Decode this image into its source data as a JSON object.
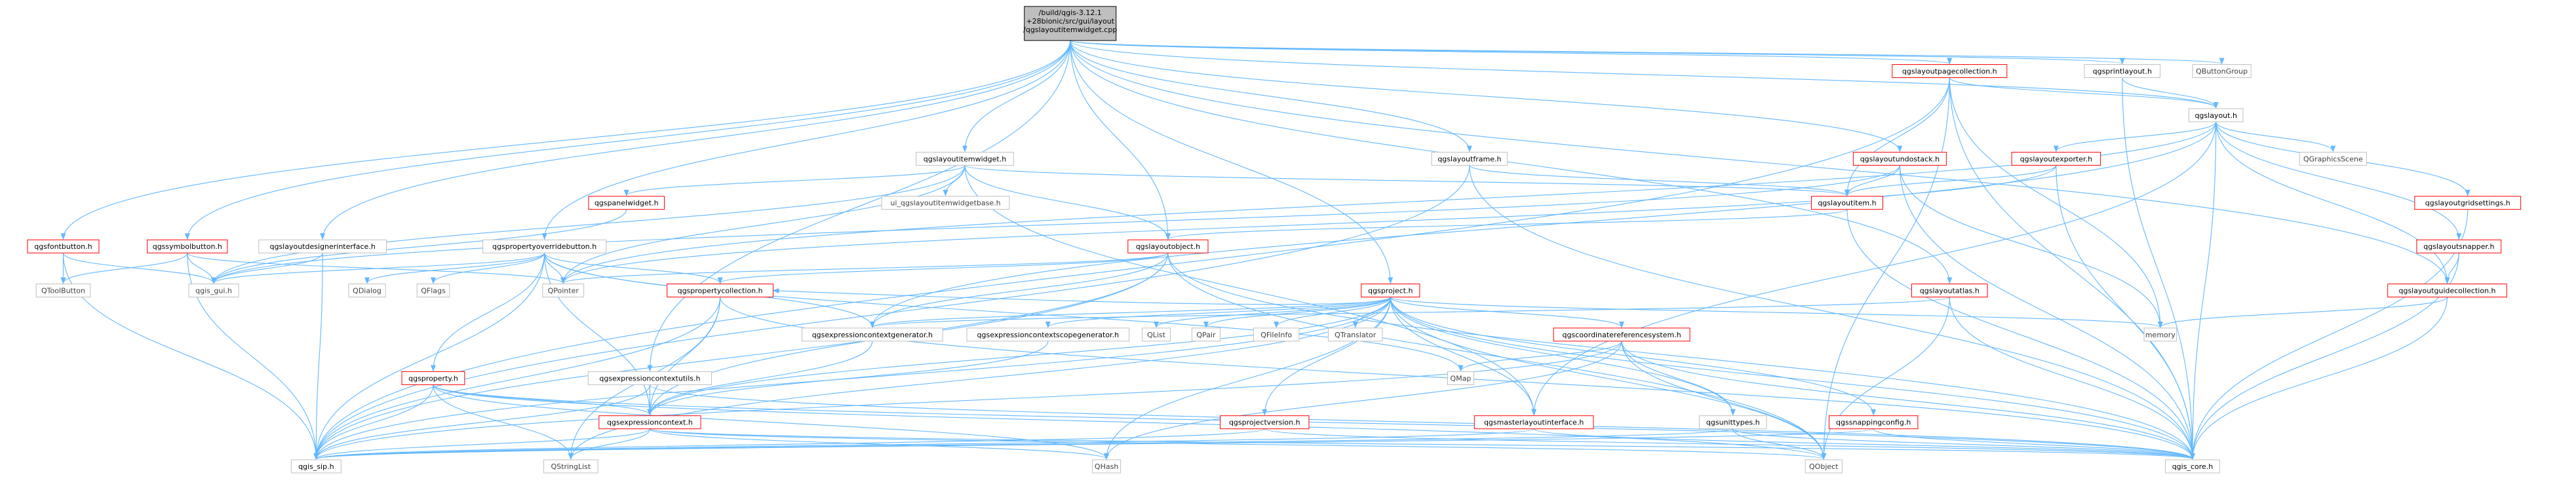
{
  "colors": {
    "edge": "#63b8ff",
    "root_fill": "#bfbfbf",
    "root_stroke": "#000000",
    "linked_stroke": "#ff0000",
    "plain_stroke": "#bfbfbf",
    "text": "#000000",
    "plain_text": "#404040"
  },
  "root": {
    "id": "root",
    "lines": [
      "/build/qgis-3.12.1",
      "+28bionic/src/gui/layout",
      "/qgslayoutitemwidget.cpp"
    ]
  },
  "nodes": [
    {
      "id": "qgslayoutpagecollection",
      "label": "qgslayoutpagecollection.h",
      "kind": "linked"
    },
    {
      "id": "qgsprintlayout",
      "label": "qgsprintlayout.h",
      "kind": "grey"
    },
    {
      "id": "qbuttongroup",
      "label": "QButtonGroup",
      "kind": "plain"
    },
    {
      "id": "qgslayout",
      "label": "qgslayout.h",
      "kind": "grey"
    },
    {
      "id": "qgslayoutitemwidget",
      "label": "qgslayoutitemwidget.h",
      "kind": "grey"
    },
    {
      "id": "qgslayoutframe",
      "label": "qgslayoutframe.h",
      "kind": "grey"
    },
    {
      "id": "qgslayoutundostack",
      "label": "qgslayoutundostack.h",
      "kind": "linked"
    },
    {
      "id": "qgslayoutexporter",
      "label": "qgslayoutexporter.h",
      "kind": "linked"
    },
    {
      "id": "qgraphicsscene",
      "label": "QGraphicsScene",
      "kind": "plain"
    },
    {
      "id": "qgspanelwidget",
      "label": "qgspanelwidget.h",
      "kind": "linked"
    },
    {
      "id": "ui_qgslayoutitemwidgetbase",
      "label": "ui_qgslayoutitemwidgetbase.h",
      "kind": "plain"
    },
    {
      "id": "qgslayoutitem",
      "label": "qgslayoutitem.h",
      "kind": "linked"
    },
    {
      "id": "qgslayoutgridsettings",
      "label": "qgslayoutgridsettings.h",
      "kind": "linked"
    },
    {
      "id": "qgsfontbutton",
      "label": "qgsfontbutton.h",
      "kind": "linked"
    },
    {
      "id": "qgssymbolbutton",
      "label": "qgssymbolbutton.h",
      "kind": "linked"
    },
    {
      "id": "qgslayoutdesignerinterface",
      "label": "qgslayoutdesignerinterface.h",
      "kind": "grey"
    },
    {
      "id": "qgspropertyoverridebutton",
      "label": "qgspropertyoverridebutton.h",
      "kind": "grey"
    },
    {
      "id": "qgslayoutobject",
      "label": "qgslayoutobject.h",
      "kind": "linked"
    },
    {
      "id": "qgslayoutsnapper",
      "label": "qgslayoutsnapper.h",
      "kind": "linked"
    },
    {
      "id": "qgslayoutguidecollection",
      "label": "qgslayoutguidecollection.h",
      "kind": "linked"
    },
    {
      "id": "qgslayoutatlas",
      "label": "qgslayoutatlas.h",
      "kind": "linked"
    },
    {
      "id": "qgsproject",
      "label": "qgsproject.h",
      "kind": "linked"
    },
    {
      "id": "qgspropertycollection",
      "label": "qgspropertycollection.h",
      "kind": "linked"
    },
    {
      "id": "qtoolbutton",
      "label": "QToolButton",
      "kind": "plain"
    },
    {
      "id": "qgis_gui",
      "label": "qgis_gui.h",
      "kind": "plain"
    },
    {
      "id": "qdialog",
      "label": "QDialog",
      "kind": "plain"
    },
    {
      "id": "qflags",
      "label": "QFlags",
      "kind": "plain"
    },
    {
      "id": "qpointer",
      "label": "QPointer",
      "kind": "plain"
    },
    {
      "id": "qgsexpressioncontextgenerator",
      "label": "qgsexpressioncontextgenerator.h",
      "kind": "grey"
    },
    {
      "id": "qgsexpressioncontextscopegenerator",
      "label": "qgsexpressioncontextscopegenerator.h",
      "kind": "grey"
    },
    {
      "id": "qlist",
      "label": "QList",
      "kind": "plain"
    },
    {
      "id": "qpair",
      "label": "QPair",
      "kind": "plain"
    },
    {
      "id": "qfileinfo",
      "label": "QFileInfo",
      "kind": "plain"
    },
    {
      "id": "qtranslator",
      "label": "QTranslator",
      "kind": "plain"
    },
    {
      "id": "qgscoordinatereferencesystem",
      "label": "qgscoordinatereferencesystem.h",
      "kind": "linked"
    },
    {
      "id": "memory",
      "label": "memory",
      "kind": "plain"
    },
    {
      "id": "qgsproperty",
      "label": "qgsproperty.h",
      "kind": "linked"
    },
    {
      "id": "qgsexpressioncontextutils",
      "label": "qgsexpressioncontextutils.h",
      "kind": "grey"
    },
    {
      "id": "qgsexpressioncontext",
      "label": "qgsexpressioncontext.h",
      "kind": "linked"
    },
    {
      "id": "qgsprojectversion",
      "label": "qgsprojectversion.h",
      "kind": "linked"
    },
    {
      "id": "qmap",
      "label": "QMap",
      "kind": "plain"
    },
    {
      "id": "qgsmasterlayoutinterface",
      "label": "qgsmasterlayoutinterface.h",
      "kind": "linked"
    },
    {
      "id": "qgsunittypes",
      "label": "qgsunittypes.h",
      "kind": "grey"
    },
    {
      "id": "qgssnappingconfig",
      "label": "qgssnappingconfig.h",
      "kind": "linked"
    },
    {
      "id": "qgis_sip",
      "label": "qgis_sip.h",
      "kind": "grey"
    },
    {
      "id": "qstringlist",
      "label": "QStringList",
      "kind": "plain"
    },
    {
      "id": "qhash",
      "label": "QHash",
      "kind": "plain"
    },
    {
      "id": "qobject",
      "label": "QObject",
      "kind": "plain"
    },
    {
      "id": "qgis_core",
      "label": "qgis_core.h",
      "kind": "grey"
    }
  ],
  "edges": [
    [
      "root",
      "qgslayoutpagecollection"
    ],
    [
      "root",
      "qgsprintlayout"
    ],
    [
      "root",
      "qbuttongroup"
    ],
    [
      "root",
      "qgslayout"
    ],
    [
      "root",
      "qgslayoutitemwidget"
    ],
    [
      "root",
      "qgslayoutframe"
    ],
    [
      "root",
      "qgslayoutundostack"
    ],
    [
      "root",
      "qgsfontbutton"
    ],
    [
      "root",
      "qgssymbolbutton"
    ],
    [
      "root",
      "qgslayoutdesignerinterface"
    ],
    [
      "root",
      "qgspropertyoverridebutton"
    ],
    [
      "root",
      "qgsproject"
    ],
    [
      "root",
      "qgslayoutatlas"
    ],
    [
      "root",
      "qgsexpressioncontextutils"
    ],
    [
      "root",
      "qgslayoutobject"
    ],
    [
      "root",
      "qgslayoutguidecollection"
    ],
    [
      "qgslayoutpagecollection",
      "qgslayout"
    ],
    [
      "qgslayoutpagecollection",
      "qgslayoutitem"
    ],
    [
      "qgslayoutpagecollection",
      "qgis_sip"
    ],
    [
      "qgslayoutpagecollection",
      "qgis_core"
    ],
    [
      "qgslayoutpagecollection",
      "qobject"
    ],
    [
      "qgslayoutpagecollection",
      "memory"
    ],
    [
      "qgsprintlayout",
      "qgslayout"
    ],
    [
      "qgsprintlayout",
      "qgis_core"
    ],
    [
      "qgslayout",
      "qgslayoutexporter"
    ],
    [
      "qgslayout",
      "qgraphicsscene"
    ],
    [
      "qgslayout",
      "qgslayoutgridsettings"
    ],
    [
      "qgslayout",
      "qgslayoutsnapper"
    ],
    [
      "qgslayout",
      "qgslayoutguidecollection"
    ],
    [
      "qgslayout",
      "qgis_core"
    ],
    [
      "qgslayout",
      "qgsmasterlayoutinterface"
    ],
    [
      "qgslayout",
      "qgsexpressioncontextgenerator"
    ],
    [
      "qgslayout",
      "qpointer"
    ],
    [
      "qgslayoutitemwidget",
      "qgspanelwidget"
    ],
    [
      "qgslayoutitemwidget",
      "ui_qgslayoutitemwidgetbase"
    ],
    [
      "qgslayoutitemwidget",
      "qgslayoutitem"
    ],
    [
      "qgslayoutitemwidget",
      "qgslayoutobject"
    ],
    [
      "qgslayoutitemwidget",
      "qgis_gui"
    ],
    [
      "qgslayoutitemwidget",
      "qpointer"
    ],
    [
      "qgslayoutitemwidget",
      "qgsmasterlayoutinterface"
    ],
    [
      "qgslayoutframe",
      "qgslayoutitem"
    ],
    [
      "qgslayoutframe",
      "qgis_core"
    ],
    [
      "qgslayoutframe",
      "qgis_sip"
    ],
    [
      "qgslayoutundostack",
      "qgslayoutitem"
    ],
    [
      "qgslayoutundostack",
      "qgis_core"
    ],
    [
      "qgslayoutundostack",
      "memory"
    ],
    [
      "qgslayoutundostack",
      "qgis_gui"
    ],
    [
      "qgslayoutexporter",
      "qgslayoutitem"
    ],
    [
      "qgslayoutexporter",
      "qgis_core"
    ],
    [
      "qgslayoutexporter",
      "qpointer"
    ],
    [
      "qgslayoutgridsettings",
      "qgis_core"
    ],
    [
      "qgslayoutsnapper",
      "qgslayoutguidecollection"
    ],
    [
      "qgslayoutsnapper",
      "qgis_core"
    ],
    [
      "qgslayoutguidecollection",
      "qgis_core"
    ],
    [
      "qgslayoutguidecollection",
      "memory"
    ],
    [
      "qgspanelwidget",
      "qgis_gui"
    ],
    [
      "qgslayoutitem",
      "qgslayoutobject"
    ],
    [
      "qgslayoutitem",
      "qgis_core"
    ],
    [
      "qgsfontbutton",
      "qgis_gui"
    ],
    [
      "qgsfontbutton",
      "qtoolbutton"
    ],
    [
      "qgsfontbutton",
      "qgis_sip"
    ],
    [
      "qgssymbolbutton",
      "qgis_gui"
    ],
    [
      "qgssymbolbutton",
      "qtoolbutton"
    ],
    [
      "qgssymbolbutton",
      "qgis_sip"
    ],
    [
      "qgssymbolbutton",
      "qpointer"
    ],
    [
      "qgslayoutdesignerinterface",
      "qgis_gui"
    ],
    [
      "qgslayoutdesignerinterface",
      "qgis_sip"
    ],
    [
      "qgspropertyoverridebutton",
      "qgis_gui"
    ],
    [
      "qgspropertyoverridebutton",
      "qdialog"
    ],
    [
      "qgspropertyoverridebutton",
      "qflags"
    ],
    [
      "qgspropertyoverridebutton",
      "qpointer"
    ],
    [
      "qgspropertyoverridebutton",
      "qgspropertycollection"
    ],
    [
      "qgspropertyoverridebutton",
      "qgsproperty"
    ],
    [
      "qgspropertyoverridebutton",
      "qgsexpressioncontext"
    ],
    [
      "qgspropertyoverridebutton",
      "qgsexpressioncontextgenerator"
    ],
    [
      "qgspropertyoverridebutton",
      "qgis_sip"
    ],
    [
      "qgspropertyoverridebutton",
      "qmap"
    ],
    [
      "qgslayoutobject",
      "qgis_core"
    ],
    [
      "qgslayoutobject",
      "qgspropertycollection"
    ],
    [
      "qgslayoutobject",
      "qgsexpressioncontextgenerator"
    ],
    [
      "qgslayoutobject",
      "qgis_sip"
    ],
    [
      "qgslayoutobject",
      "qpointer"
    ],
    [
      "qgslayoutobject",
      "qobject"
    ],
    [
      "qgslayoutobject",
      "qgsexpressioncontext"
    ],
    [
      "qgslayoutatlas",
      "qgis_core"
    ],
    [
      "qgslayoutatlas",
      "qobject"
    ],
    [
      "qgslayoutatlas",
      "qgsexpressioncontextgenerator"
    ],
    [
      "qgsproject",
      "qgsexpressioncontextgenerator"
    ],
    [
      "qgsproject",
      "qgsexpressioncontextscopegenerator"
    ],
    [
      "qgsproject",
      "qlist"
    ],
    [
      "qgsproject",
      "qpair"
    ],
    [
      "qgsproject",
      "qfileinfo"
    ],
    [
      "qgsproject",
      "qtranslator"
    ],
    [
      "qgsproject",
      "qgscoordinatereferencesystem"
    ],
    [
      "qgsproject",
      "memory"
    ],
    [
      "qgsproject",
      "qgsprojectversion"
    ],
    [
      "qgsproject",
      "qgssnappingconfig"
    ],
    [
      "qgsproject",
      "qgsunittypes"
    ],
    [
      "qgsproject",
      "qobject"
    ],
    [
      "qgsproject",
      "qgis_core"
    ],
    [
      "qgsproject",
      "qgis_sip"
    ],
    [
      "qgsproject",
      "qhash"
    ],
    [
      "qgsproject",
      "qgsexpressioncontext"
    ],
    [
      "qgsproject",
      "qgsmasterlayoutinterface"
    ],
    [
      "qgsproject",
      "qstringlist"
    ],
    [
      "qgsproject",
      "qgspropertycollection"
    ],
    [
      "qgspropertycollection",
      "qgsexpressioncontext"
    ],
    [
      "qgspropertycollection",
      "qgis_core"
    ],
    [
      "qgspropertycollection",
      "qgis_sip"
    ],
    [
      "qgspropertycollection",
      "qstringlist"
    ],
    [
      "qgsexpressioncontextgenerator",
      "qgsexpressioncontext"
    ],
    [
      "qgsexpressioncontextscopegenerator",
      "qgsexpressioncontext"
    ],
    [
      "qgscoordinatereferencesystem",
      "qgis_core"
    ],
    [
      "qgscoordinatereferencesystem",
      "qgis_sip"
    ],
    [
      "qgscoordinatereferencesystem",
      "qgsunittypes"
    ],
    [
      "qgscoordinatereferencesystem",
      "qmap"
    ],
    [
      "qgscoordinatereferencesystem",
      "qhash"
    ],
    [
      "qgscoordinatereferencesystem",
      "qobject"
    ],
    [
      "qgsproperty",
      "qgis_core"
    ],
    [
      "qgsproperty",
      "qgis_sip"
    ],
    [
      "qgsproperty",
      "qgsexpressioncontext"
    ],
    [
      "qgsproperty",
      "qhash"
    ],
    [
      "qgsproperty",
      "qstringlist"
    ],
    [
      "qgsproperty",
      "qobject"
    ],
    [
      "qgsexpressioncontextutils",
      "qgsexpressioncontext"
    ],
    [
      "qgsexpressioncontextutils",
      "qgis_core"
    ],
    [
      "qgsexpressioncontextutils",
      "qgis_sip"
    ],
    [
      "qgsexpressioncontext",
      "qgis_core"
    ],
    [
      "qgsexpressioncontext",
      "qgis_sip"
    ],
    [
      "qgsexpressioncontext",
      "qstringlist"
    ],
    [
      "qgsexpressioncontext",
      "qhash"
    ],
    [
      "qgsexpressioncontext",
      "qobject"
    ],
    [
      "qgsprojectversion",
      "qgis_core"
    ],
    [
      "qgsprojectversion",
      "qgis_sip"
    ],
    [
      "qgsmasterlayoutinterface",
      "qgis_core"
    ],
    [
      "qgsmasterlayoutinterface",
      "qgis_sip"
    ],
    [
      "qgsunittypes",
      "qgis_core"
    ],
    [
      "qgsunittypes",
      "qgis_sip"
    ],
    [
      "qgsunittypes",
      "qobject"
    ],
    [
      "qgssnappingconfig",
      "qgis_core"
    ],
    [
      "qgssnappingconfig",
      "qgis_sip"
    ]
  ]
}
